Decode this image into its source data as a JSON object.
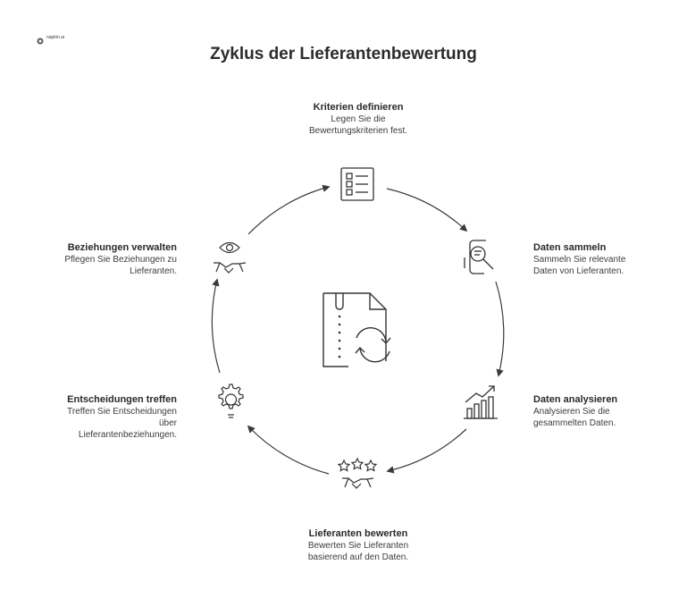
{
  "header": {
    "logo_text": "napkin.ai",
    "title": "Zyklus der Lieferantenbewertung"
  },
  "steps": [
    {
      "title": "Kriterien definieren",
      "desc": "Legen Sie die\nBewertungskriterien fest.",
      "icon": "checklist-icon"
    },
    {
      "title": "Daten sammeln",
      "desc": "Sammeln Sie relevante\nDaten von Lieferanten.",
      "icon": "document-search-icon"
    },
    {
      "title": "Daten analysieren",
      "desc": "Analysieren Sie die\ngesammelten Daten.",
      "icon": "bar-chart-trend-icon"
    },
    {
      "title": "Lieferanten bewerten",
      "desc": "Bewerten Sie Lieferanten\nbasierend auf den Daten.",
      "icon": "stars-handshake-icon"
    },
    {
      "title": "Entscheidungen treffen",
      "desc": "Treffen Sie Entscheidungen\nüber\nLieferantenbeziehungen.",
      "icon": "lightbulb-gear-icon"
    },
    {
      "title": "Beziehungen verwalten",
      "desc": "Pflegen Sie Beziehungen zu\nLieferanten.",
      "icon": "eye-handshake-icon"
    }
  ],
  "center": {
    "icon": "document-refresh-icon"
  }
}
